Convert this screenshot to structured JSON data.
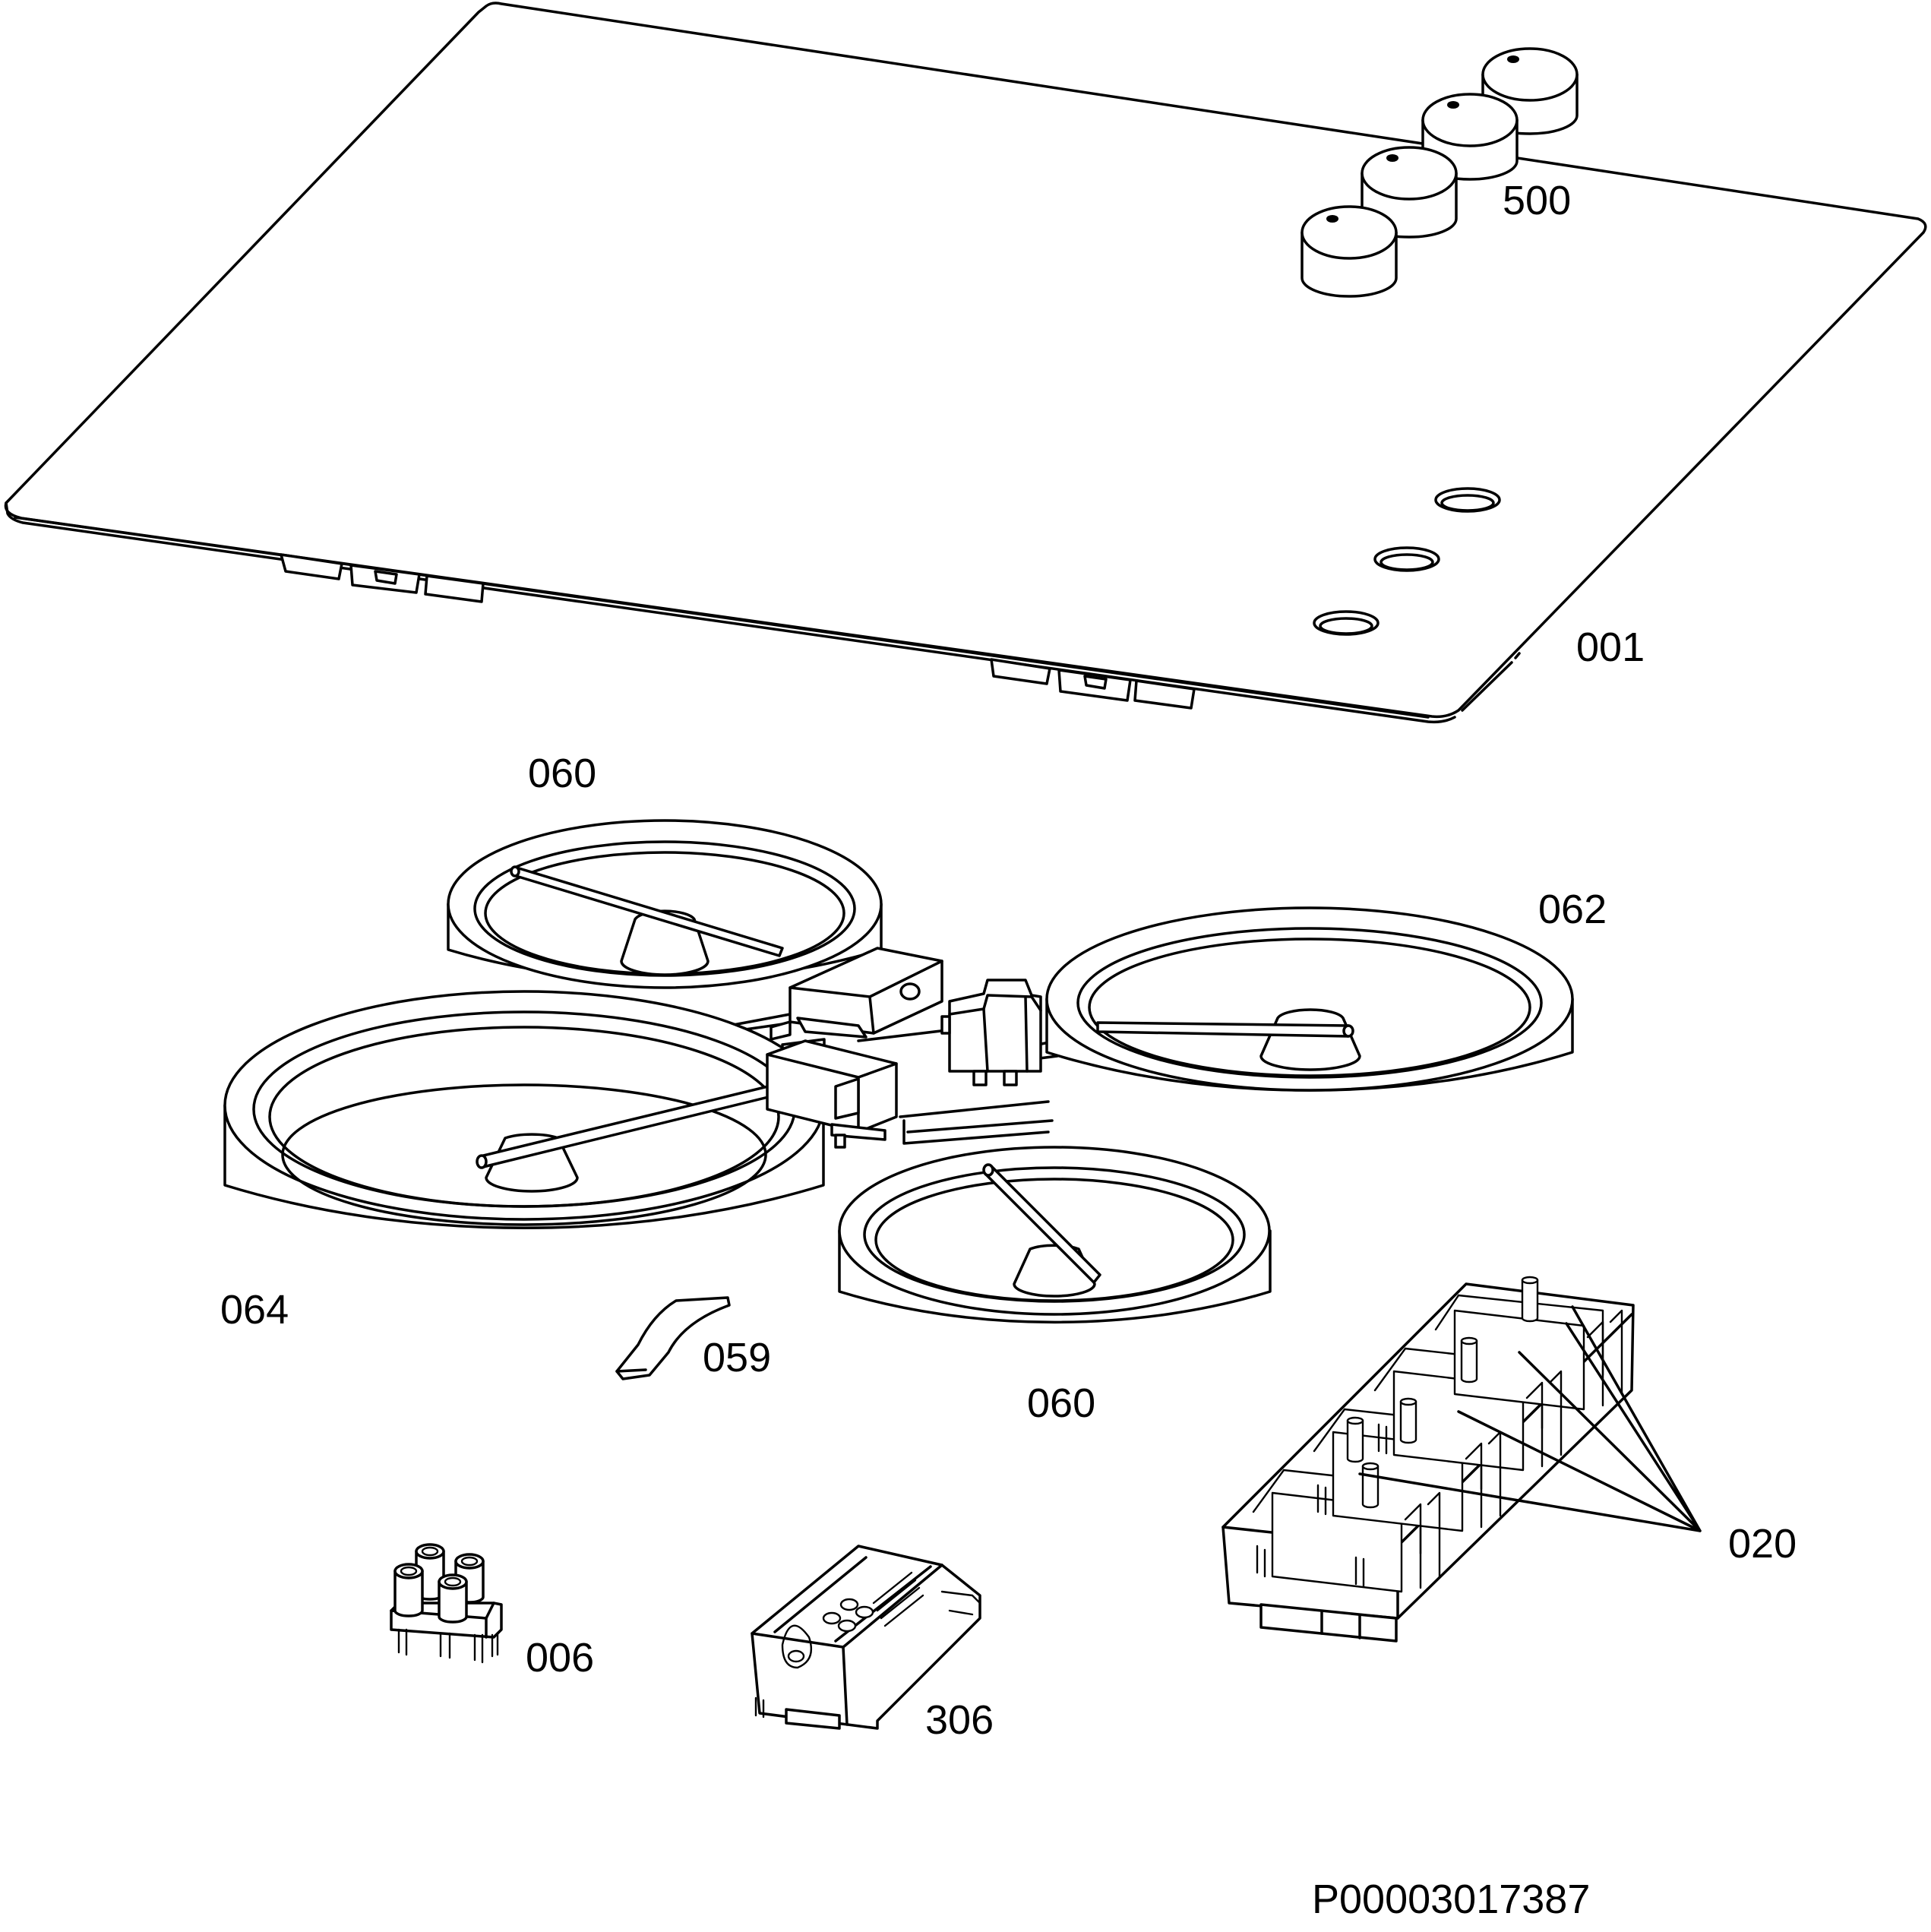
{
  "callouts": {
    "knobs": "500",
    "glass_top": "001",
    "plate_rear_left": "060",
    "plate_rear_right": "062",
    "plate_front_left": "064",
    "plate_front_right": "060",
    "strip": "059",
    "energy_regulators": "020",
    "terminal_block": "006",
    "connector": "306"
  },
  "drawing_code": "P00003017387"
}
